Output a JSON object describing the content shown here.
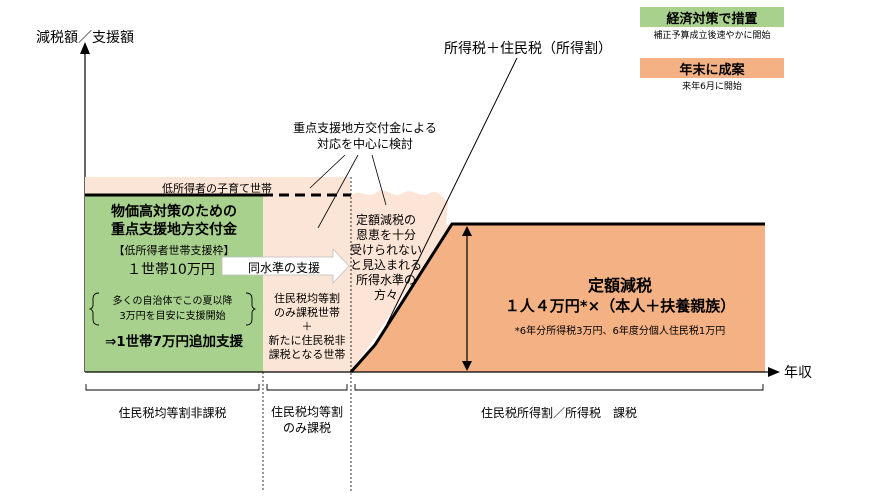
{
  "axes": {
    "y_label": "減税額／支援額",
    "x_label": "年収"
  },
  "legend": {
    "green_title": "経済対策で措置",
    "green_sub": "補正予算成立後速やかに開始",
    "peach_title": "年末に成案",
    "peach_sub": "来年6月に開始",
    "green_color": "#a9d18e",
    "peach_color": "#f4b183"
  },
  "top_line_label": "所得税＋住民税（所得割）",
  "callout": {
    "line1": "重点支援地方交付金による",
    "line2": "対応を中心に検討"
  },
  "child_band_label": "低所得者の子育て世帯",
  "green_block": {
    "title1": "物価高対策のための",
    "title2": "重点支援地方交付金",
    "sub": "【低所得者世帯支援枠】",
    "amount": "１世帯10万円",
    "note1": "多くの自治体でこの夏以降",
    "note2": "3万円を目安に支援開始",
    "additional": "⇒1世帯7万円追加支援"
  },
  "arrow_label": "同水準の支援",
  "middle_block": {
    "line1": "住民税均等割",
    "line2": "のみ課税世帯",
    "line3": "＋",
    "line4": "新たに住民税非",
    "line5": "課税となる世帯"
  },
  "transition_block": {
    "line1": "定額減税の",
    "line2": "恩恵を十分",
    "line3": "受けられない",
    "line4": "と見込まれる",
    "line5": "所得水準の",
    "line6": "方々"
  },
  "main_block": {
    "title": "定額減税",
    "amount": "１人４万円*×（本人＋扶養親族）",
    "footnote": "*6年分所得税3万円、6年度分個人住民税1万円"
  },
  "bottom_labels": {
    "left": "住民税均等割非課税",
    "middle1": "住民税均等割",
    "middle2": "のみ課税",
    "right": "住民税所得割／所得税　課税"
  }
}
